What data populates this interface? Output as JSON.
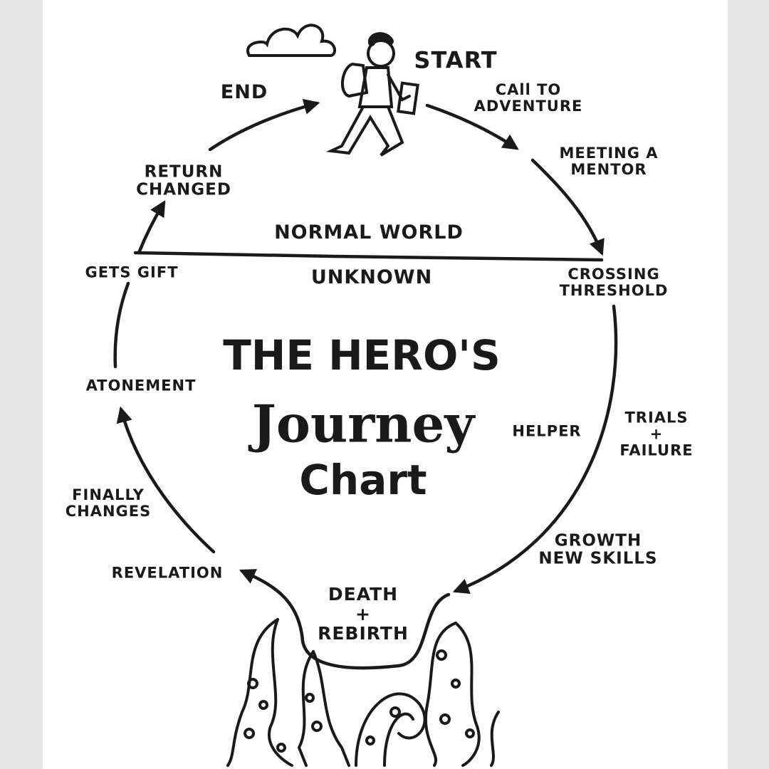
{
  "title": {
    "line1": "THE HERO'S",
    "line2": "Journey",
    "line3": "Chart"
  },
  "worlds": {
    "upper": "NORMAL WORLD",
    "lower": "UNKNOWN"
  },
  "stages": {
    "start": "START",
    "call": [
      "CAll TO",
      "ADVENTURE"
    ],
    "mentor": [
      "MEETING A",
      "MENTOR"
    ],
    "threshold": [
      "CROSSING",
      "THRESHOLD"
    ],
    "helper": "HELPER",
    "trials": [
      "TRIALS",
      "+",
      "FAILURE"
    ],
    "growth": [
      "GROWTH",
      "NEW SKILLS"
    ],
    "death": [
      "DEATH",
      "+",
      "REBIRTH"
    ],
    "revelation": "REVELATION",
    "changes": [
      "FINALLY",
      "CHANGES"
    ],
    "atonement": "ATONEMENT",
    "gift": "GETS GIFT",
    "return": [
      "RETURN",
      "CHANGED"
    ],
    "end": "END"
  },
  "colors": {
    "ink": "#1a1a1a",
    "paper": "#ffffff",
    "border": "#e6e6e6"
  }
}
